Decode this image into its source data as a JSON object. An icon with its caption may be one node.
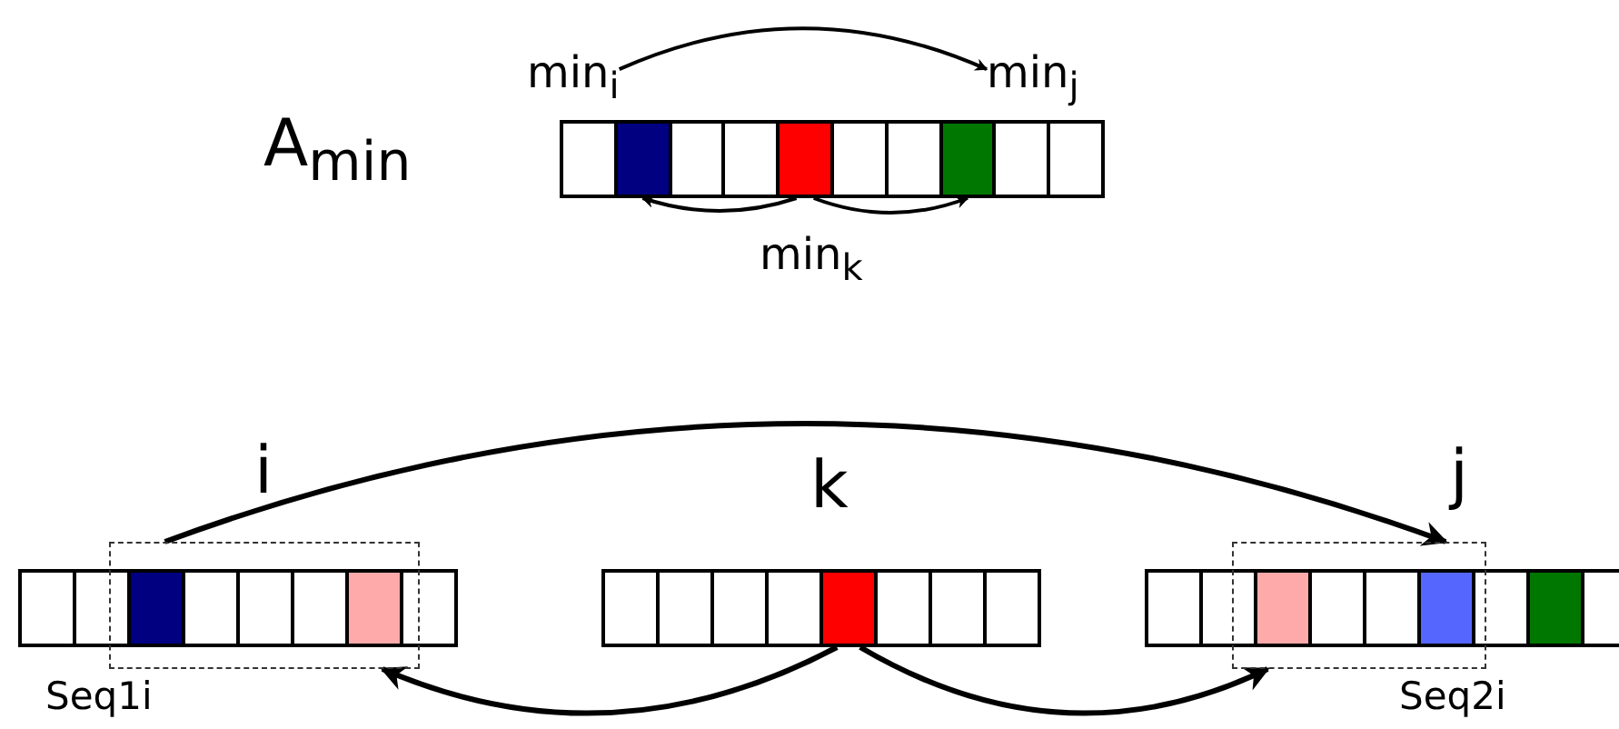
{
  "diagram": {
    "nodes": [
      {
        "text": [
          "min$_{i}$"
        ]
      },
      {
        "text": [
          "min$_{j}$"
        ]
      },
      {
        "text": [],
        "shape": "box"
      },
      {
        "text": [],
        "shape": "box"
      },
      {
        "text": [],
        "shape": "box"
      },
      {
        "text": [
          "Seq1i"
        ]
      },
      {
        "text": [],
        "shape": "box"
      },
      {
        "text": [
          "Seq2i"
        ]
      }
    ],
    "edges": [
      {
        "from": 0,
        "to": 1,
        "arrow": "to"
      },
      {
        "from": 3,
        "to": 2,
        "arrow": "to"
      },
      {
        "from": 3,
        "to": 4,
        "arrow": "to"
      },
      {
        "from": 5,
        "to": 7,
        "arrow": "to"
      },
      {
        "from": 6,
        "to": 5,
        "arrow": "to"
      },
      {
        "from": 6,
        "to": 7,
        "arrow": "to"
      }
    ],
    "labels": [
      "A$_{min}$",
      "min$_{k}$",
      "i",
      "k",
      "j"
    ]
  }
}
